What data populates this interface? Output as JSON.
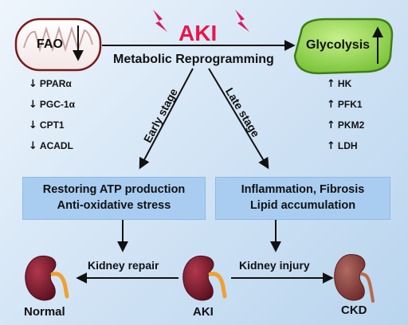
{
  "header": {
    "aki": "AKI",
    "metabolic": "Metabolic Reprogramming"
  },
  "fao": {
    "label": "FAO",
    "markers": [
      {
        "dir": "down",
        "name": "PPARα"
      },
      {
        "dir": "down",
        "name": "PGC-1α"
      },
      {
        "dir": "down",
        "name": "CPT1"
      },
      {
        "dir": "down",
        "name": "ACADL"
      }
    ]
  },
  "glycolysis": {
    "label": "Glycolysis",
    "markers": [
      {
        "dir": "up",
        "name": "HK"
      },
      {
        "dir": "up",
        "name": "PFK1"
      },
      {
        "dir": "up",
        "name": "PKM2"
      },
      {
        "dir": "up",
        "name": "LDH"
      }
    ]
  },
  "stages": {
    "early": "Early stage",
    "late": "Late stage"
  },
  "boxes": {
    "left": [
      "Restoring ATP production",
      "Anti-oxidative stress"
    ],
    "right": [
      "Inflammation, Fibrosis",
      "Lipid accumulation"
    ]
  },
  "edges": {
    "repair": "Kidney repair",
    "injury": "Kidney injury"
  },
  "kidneys": {
    "normal": "Normal",
    "aki": "AKI",
    "ckd": "CKD"
  },
  "colors": {
    "aki_red": "#e8154b",
    "lightning": "#d81b60",
    "glycolysis_green": "#8fd14f",
    "box_blue": "#a9cdf0",
    "kidney_normal": "#7a1d2e",
    "kidney_ckd": "#8a3a3a",
    "ureter": "#f0a030"
  }
}
